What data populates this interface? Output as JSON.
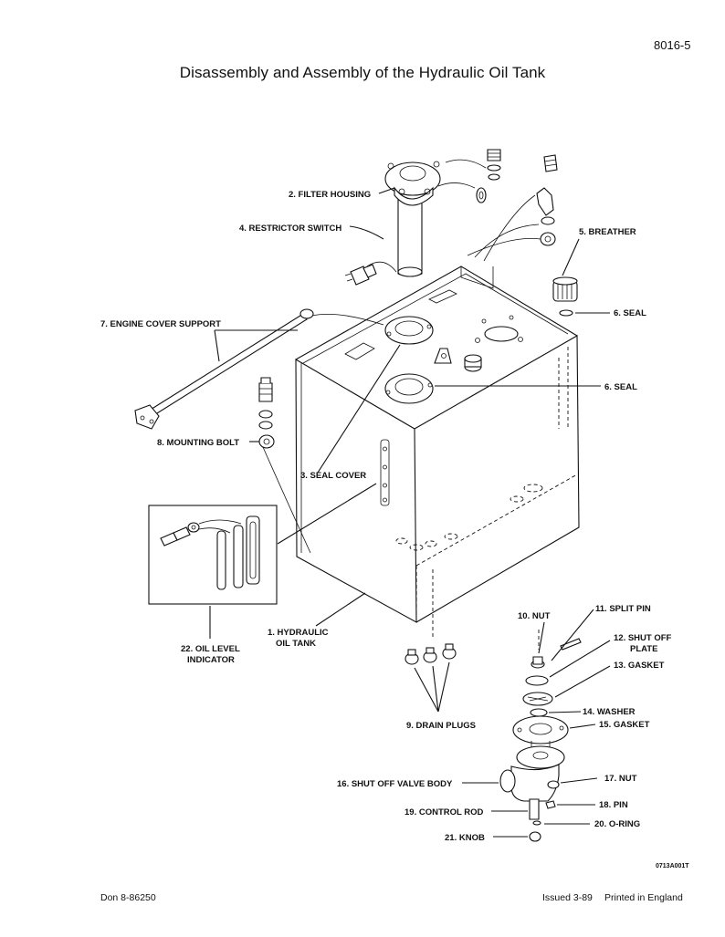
{
  "header": {
    "page_number": "8016-5",
    "title": "Disassembly and Assembly of the Hydraulic Oil Tank"
  },
  "labels": {
    "filter_housing": "2. FILTER HOUSING",
    "restrictor_switch": "4. RESTRICTOR SWITCH",
    "breather": "5. BREATHER",
    "seal_upper": "6. SEAL",
    "engine_cover_support": "7. ENGINE COVER SUPPORT",
    "seal_lower": "6. SEAL",
    "mounting_bolt": "8. MOUNTING BOLT",
    "seal_cover": "3. SEAL COVER",
    "oil_level_indicator_1": "22. OIL LEVEL",
    "oil_level_indicator_2": "INDICATOR",
    "hydraulic_oil_tank_1": "1. HYDRAULIC",
    "hydraulic_oil_tank_2": "OIL TANK",
    "nut_10": "10. NUT",
    "split_pin": "11. SPLIT PIN",
    "shut_off_plate_1": "12. SHUT OFF",
    "shut_off_plate_2": "PLATE",
    "gasket_13": "13. GASKET",
    "washer": "14. WASHER",
    "gasket_15": "15. GASKET",
    "drain_plugs": "9. DRAIN PLUGS",
    "shut_off_valve_body": "16. SHUT OFF VALVE BODY",
    "nut_17": "17. NUT",
    "pin": "18. PIN",
    "control_rod": "19. CONTROL ROD",
    "o_ring": "20. O-RING",
    "knob": "21. KNOB"
  },
  "footer": {
    "drawing_code": "0713A001T",
    "document": "Don 8-86250",
    "issued": "Issued 3-89",
    "printed": "Printed in England"
  }
}
